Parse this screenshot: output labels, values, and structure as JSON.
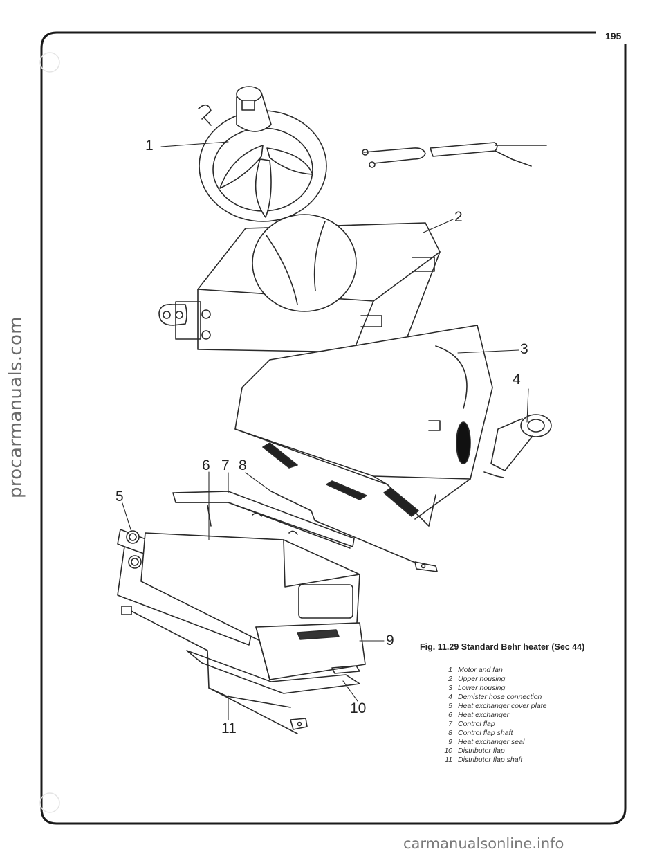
{
  "page": {
    "number": "195",
    "caption": "Fig. 11.29 Standard Behr heater (Sec 44)",
    "watermark_side": "procarmanuals.com",
    "watermark_bottom": "carmanualsonline.info"
  },
  "callouts": [
    "1",
    "2",
    "3",
    "4",
    "5",
    "6",
    "7",
    "8",
    "9",
    "10",
    "11"
  ],
  "legend": [
    {
      "num": "1",
      "label": "Motor and fan"
    },
    {
      "num": "2",
      "label": "Upper housing"
    },
    {
      "num": "3",
      "label": "Lower housing"
    },
    {
      "num": "4",
      "label": "Demister hose connection"
    },
    {
      "num": "5",
      "label": "Heat exchanger cover plate"
    },
    {
      "num": "6",
      "label": "Heat exchanger"
    },
    {
      "num": "7",
      "label": "Control flap"
    },
    {
      "num": "8",
      "label": "Control flap shaft"
    },
    {
      "num": "9",
      "label": "Heat exchanger seal"
    },
    {
      "num": "10",
      "label": "Distributor flap"
    },
    {
      "num": "11",
      "label": "Distributor flap shaft"
    }
  ]
}
